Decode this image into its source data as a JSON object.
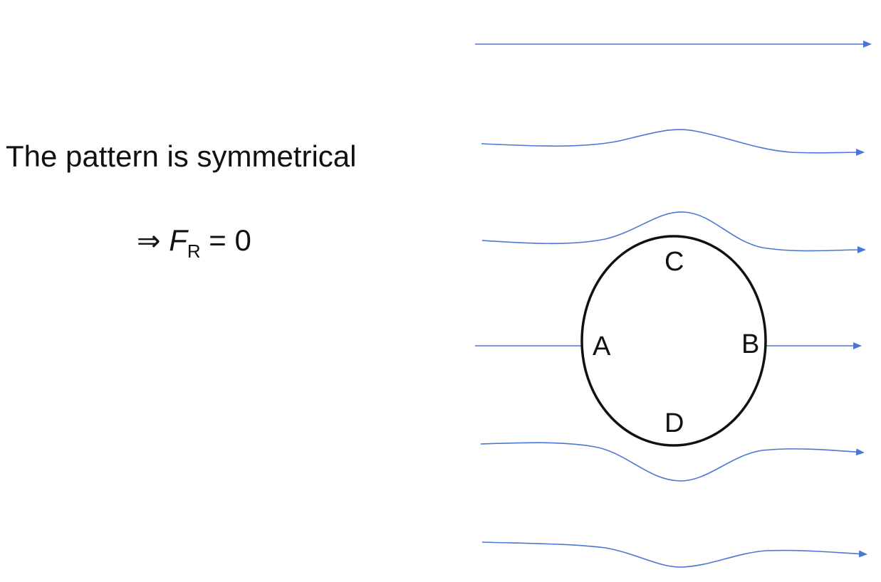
{
  "statement": "The pattern is symmetrical",
  "conclusion": {
    "arrow": "⇒",
    "variable": "F",
    "subscript": "R",
    "equation": " = 0"
  },
  "points": {
    "a": "A",
    "b": "B",
    "c": "C",
    "d": "D"
  },
  "colors": {
    "streamline": "#4a76d4",
    "body_outline": "#111111",
    "text": "#111111"
  }
}
